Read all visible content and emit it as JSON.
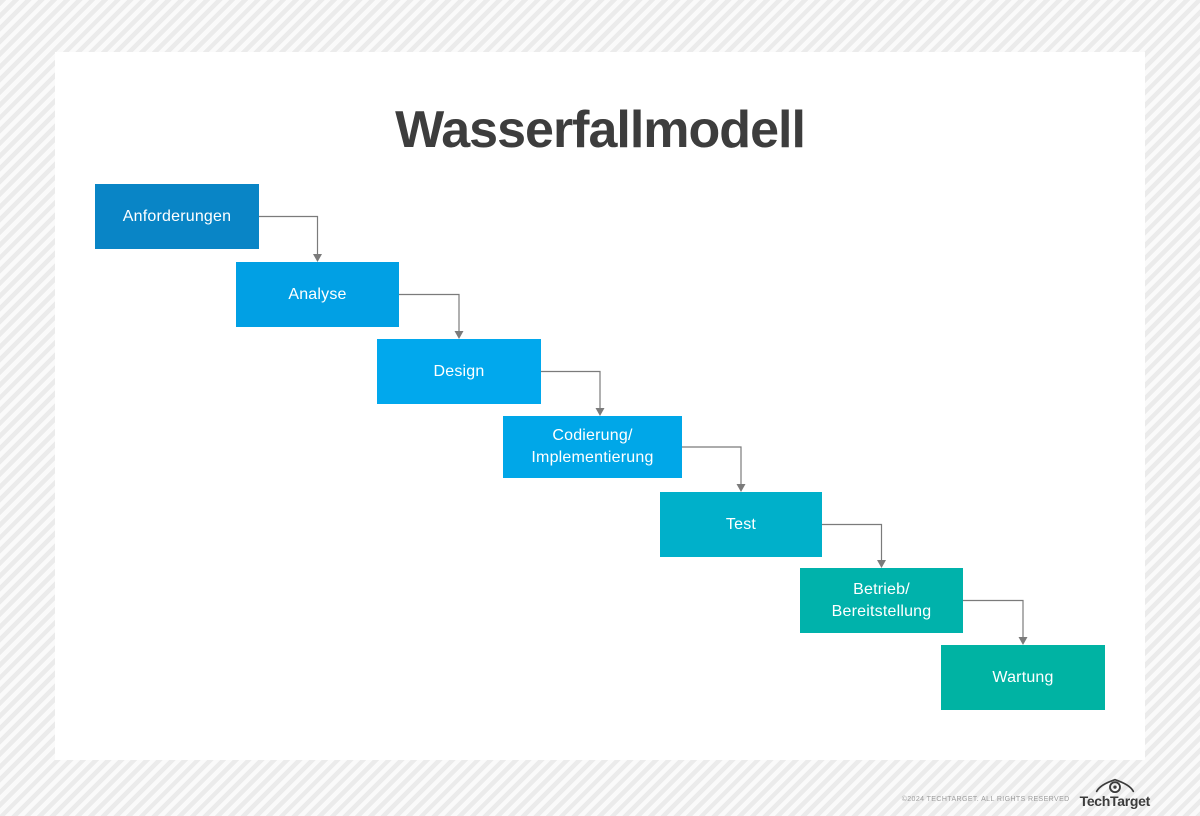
{
  "page": {
    "title": "Wasserfallmodell"
  },
  "stages": [
    {
      "label": "Anforderungen",
      "color": "#0985c6"
    },
    {
      "label": "Analyse",
      "color": "#01a0e4"
    },
    {
      "label": "Design",
      "color": "#01a8ed"
    },
    {
      "label": "Codierung/\nImplementierung",
      "color": "#00a7e8"
    },
    {
      "label": "Test",
      "color": "#00b0ca"
    },
    {
      "label": "Betrieb/\nBereitstellung",
      "color": "#00b2ab"
    },
    {
      "label": "Wartung",
      "color": "#00b3a3"
    }
  ],
  "footer": {
    "copyright": "©2024 TECHTARGET. ALL RIGHTS RESERVED",
    "brand": "TechTarget",
    "logo_icon": "eye-target-icon"
  },
  "colors": {
    "title_text": "#3d3d3d",
    "connector": "#7b7b7b",
    "card_bg": "#ffffff",
    "stripe": "#ebebeb",
    "stage_text": "#ffffff"
  }
}
